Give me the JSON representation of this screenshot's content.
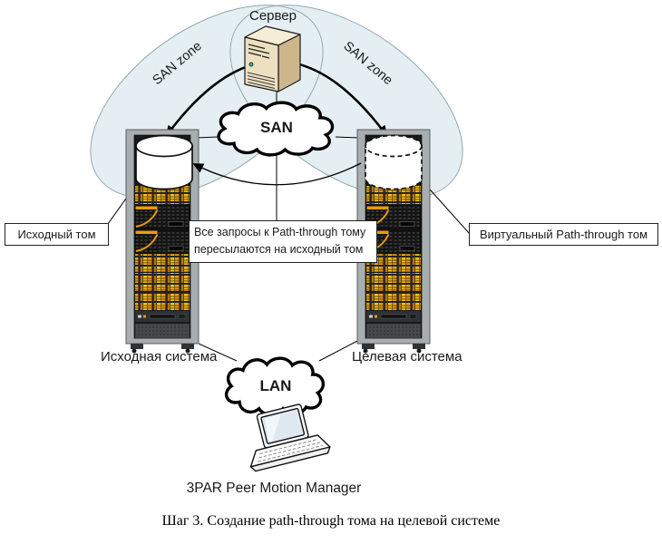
{
  "diagram": {
    "server": {
      "label": "Сервер"
    },
    "zones": {
      "left_label": "SAN zone",
      "right_label": "SAN zone"
    },
    "san_cloud": {
      "label": "SAN"
    },
    "lan_cloud": {
      "label": "LAN"
    },
    "volumes": {
      "source_label": "Исходный том",
      "virtual_label": "Виртуальный Path-through том"
    },
    "note": {
      "text": "Все запросы к Path-through тому пересылаются на исходный том"
    },
    "systems": {
      "source_label": "Исходная система",
      "target_label": "Целевая система"
    },
    "manager": {
      "label": "3PAR Peer Motion Manager"
    },
    "caption": "Шаг 3. Создание path-through тома на целевой системе"
  },
  "colors": {
    "zone-fill": "#e4eef3",
    "zone-stroke": "#93aab2",
    "accent-orange": "#e89c10",
    "tray-yellow": "#f2c21f",
    "rack-frame": "#a8adaf",
    "rack-dark": "#17191b",
    "server-front": "#ece0c0",
    "server-side": "#cdb68a",
    "server-top": "#f5edd6",
    "line-black": "#000000"
  }
}
